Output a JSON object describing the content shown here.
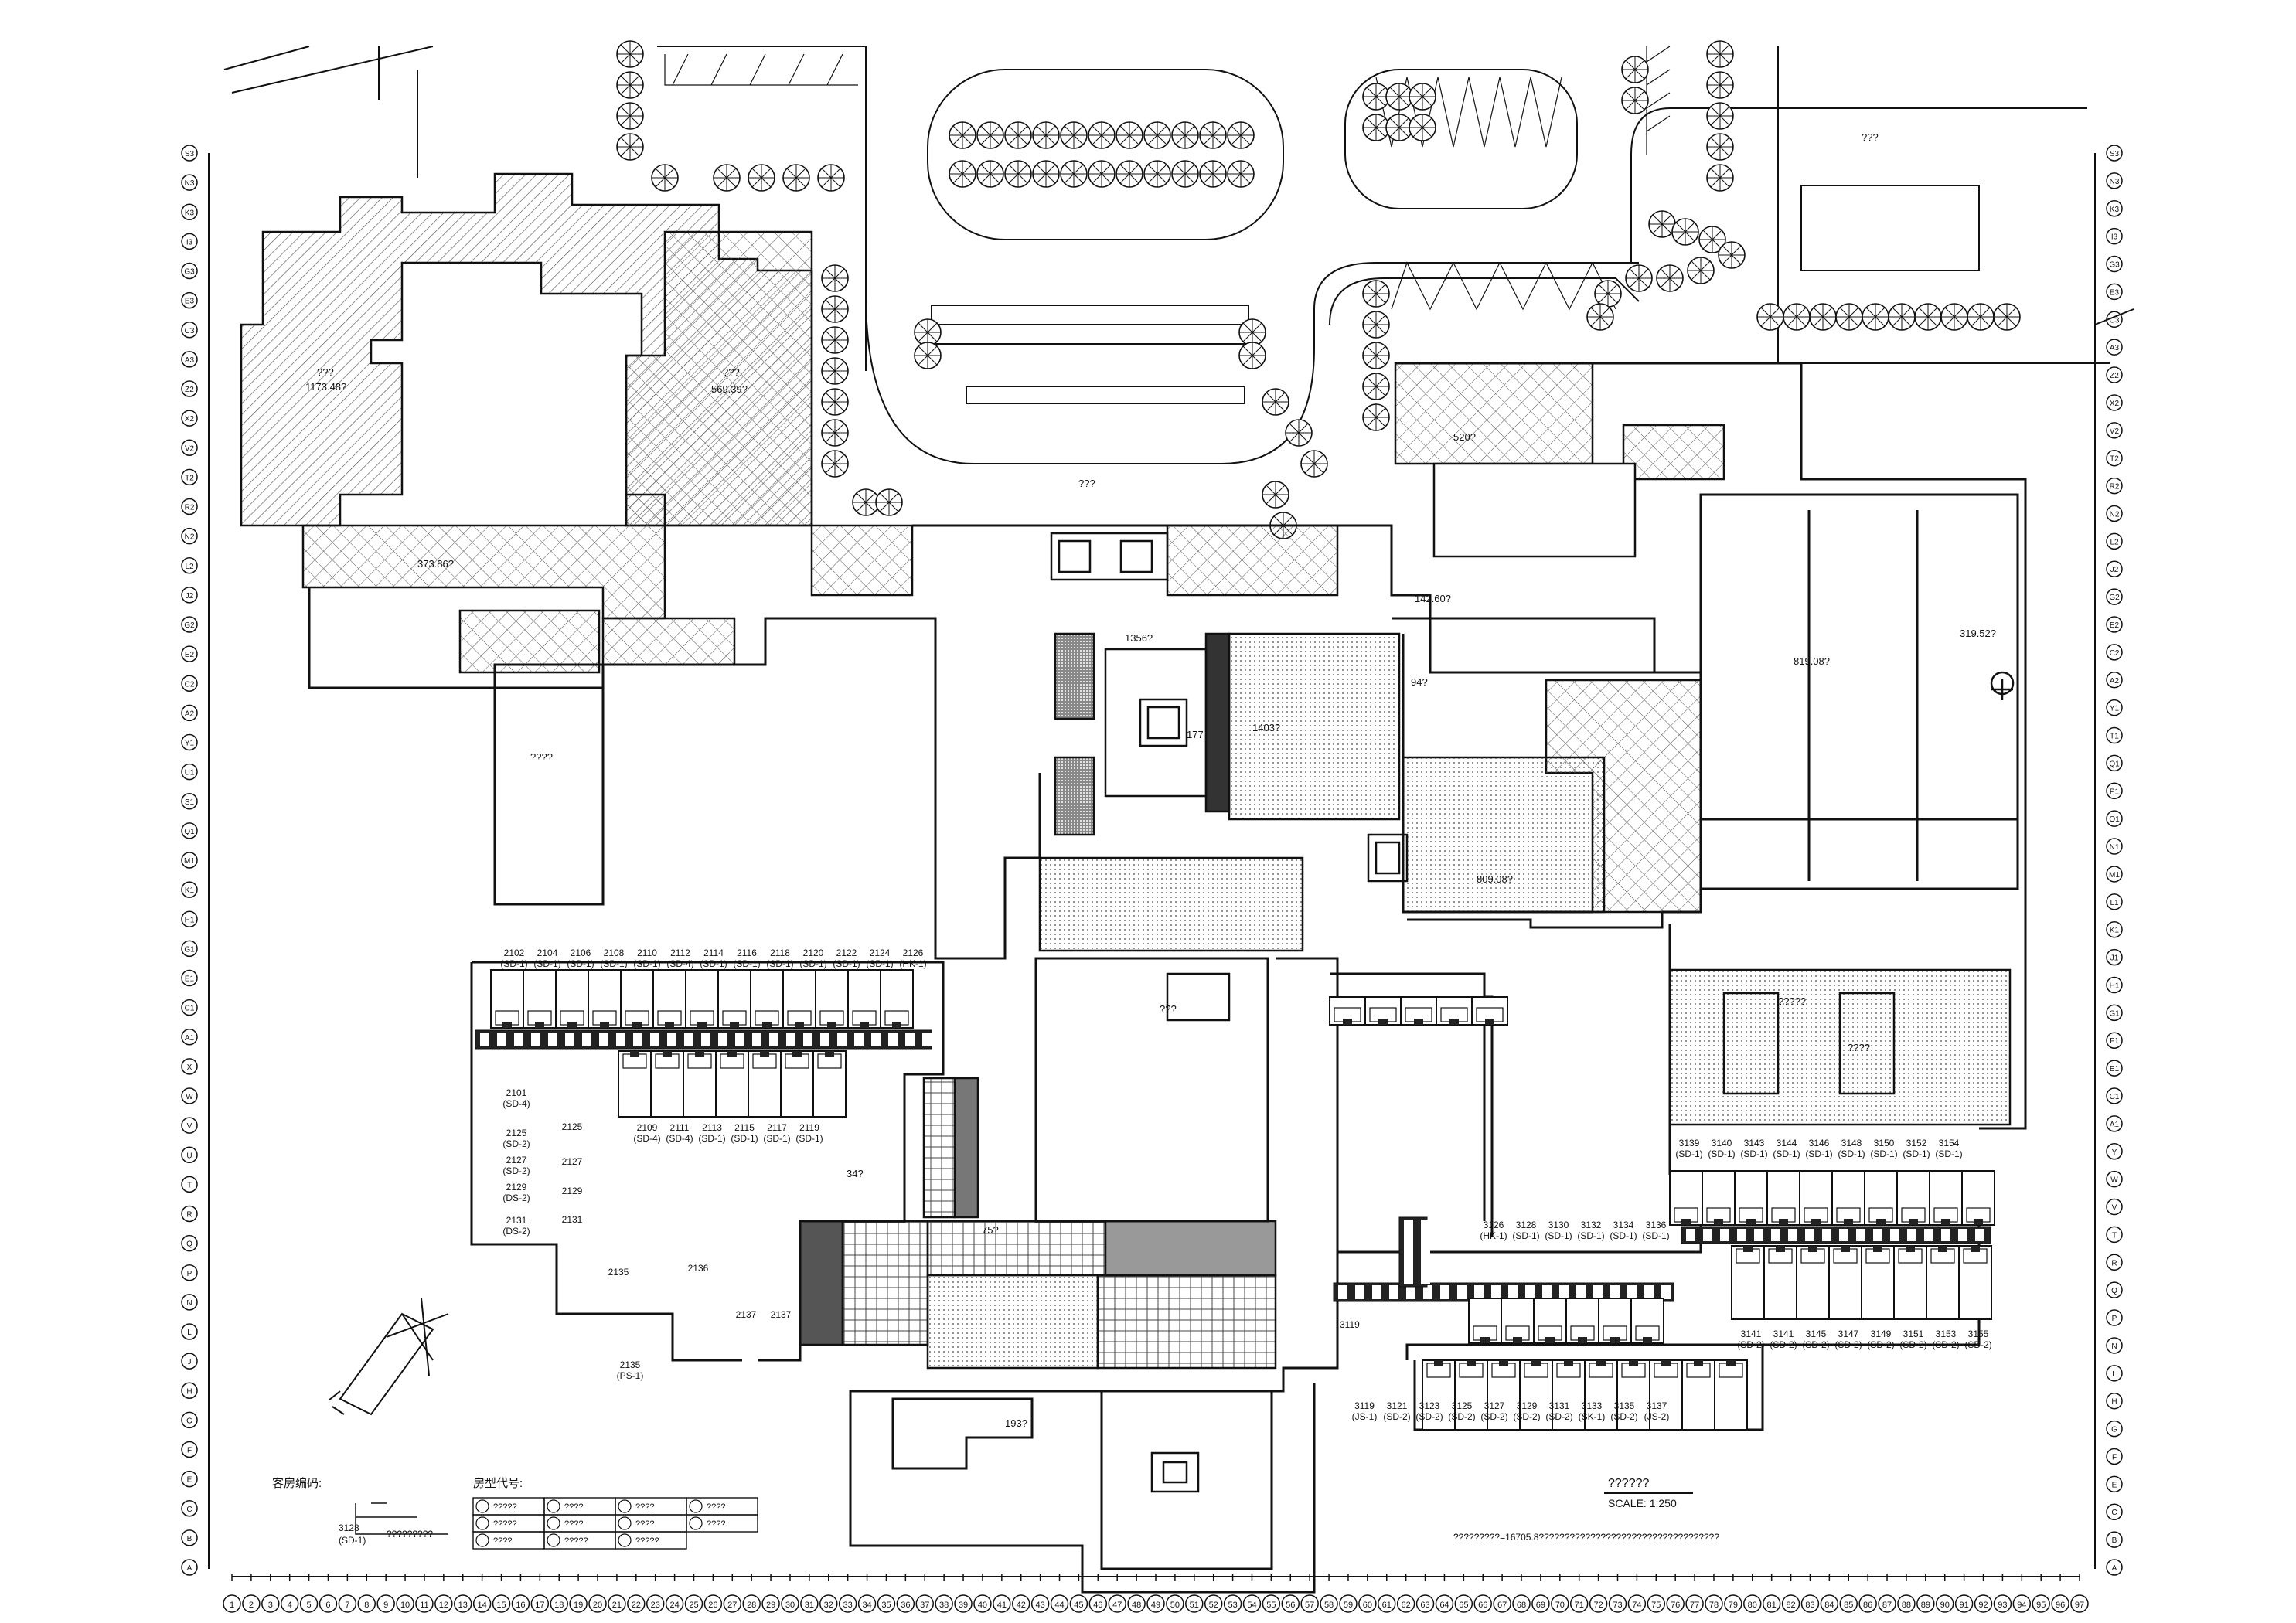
{
  "colors": {
    "ink": "#111111",
    "dark_fill": "#333333",
    "hatch": "#555555"
  },
  "grid": {
    "bottom": [
      "1",
      "2",
      "3",
      "4",
      "5",
      "6",
      "7",
      "8",
      "9",
      "10",
      "11",
      "12",
      "13",
      "14",
      "15",
      "16",
      "17",
      "18",
      "19",
      "20",
      "21",
      "22",
      "23",
      "24",
      "25",
      "26",
      "27",
      "28",
      "29",
      "30",
      "31",
      "32",
      "33",
      "34",
      "35",
      "36",
      "37",
      "38",
      "39",
      "40",
      "41",
      "42",
      "43",
      "44",
      "45",
      "46",
      "47",
      "48",
      "49",
      "50",
      "51",
      "52",
      "53",
      "54",
      "55",
      "56",
      "57",
      "58",
      "59",
      "60",
      "61",
      "62",
      "63",
      "64",
      "65",
      "66",
      "67",
      "68",
      "69",
      "70",
      "71",
      "72",
      "73",
      "74",
      "75",
      "76",
      "77",
      "78",
      "79",
      "80",
      "81",
      "82",
      "83",
      "84",
      "85",
      "86",
      "87",
      "88",
      "89",
      "90",
      "91",
      "92",
      "93",
      "94",
      "95",
      "96",
      "97"
    ],
    "left": [
      "A",
      "B",
      "C",
      "E",
      "F",
      "G",
      "H",
      "J",
      "L",
      "N",
      "P",
      "Q",
      "R",
      "T",
      "U",
      "V",
      "W",
      "X",
      "A1",
      "C1",
      "E1",
      "G1",
      "H1",
      "K1",
      "M1",
      "Q1",
      "S1",
      "U1",
      "Y1",
      "A2",
      "C2",
      "E2",
      "G2",
      "J2",
      "L2",
      "N2",
      "R2",
      "T2",
      "V2",
      "X2",
      "Z2",
      "A3",
      "C3",
      "E3",
      "G3",
      "I3",
      "K3",
      "N3",
      "S3"
    ],
    "right": [
      "A",
      "B",
      "C",
      "E",
      "F",
      "G",
      "H",
      "L",
      "N",
      "P",
      "Q",
      "R",
      "T",
      "V",
      "W",
      "Y",
      "A1",
      "C1",
      "E1",
      "F1",
      "G1",
      "H1",
      "J1",
      "K1",
      "L1",
      "M1",
      "N1",
      "O1",
      "P1",
      "Q1",
      "T1",
      "Y1",
      "A2",
      "C2",
      "E2",
      "G2",
      "J2",
      "L2",
      "N2",
      "R2",
      "T2",
      "V2",
      "X2",
      "Z2",
      "A3",
      "C3",
      "E3",
      "G3",
      "I3",
      "K3",
      "N3",
      "S3"
    ]
  },
  "areas": {
    "west_hall_name": "???",
    "west_hall_area": "1173.48?",
    "north_court_name": "???",
    "north_court_area": "569.39?",
    "west_corridor_area": "373.86?",
    "lobby_top": "1356?",
    "dining_area": "142.60?",
    "center_hall_area": "1403?",
    "east_top_area": "520?",
    "east_hall_area": "809.08?",
    "great_hall_area": "819.08?",
    "east_wing_area": "319.52?",
    "atrium": "???",
    "north_plaza": "???",
    "top_field": "???",
    "room_label": "????",
    "tennis_1": "?????",
    "tennis_2": "????",
    "garden_area": "193?",
    "small_area_1": "34?",
    "small_area_2": "75?",
    "small_area_3": "94?",
    "core_area": "177"
  },
  "rooms_north": [
    {
      "no": "2102",
      "type": "(SD-1)"
    },
    {
      "no": "2104",
      "type": "(SD-1)"
    },
    {
      "no": "2106",
      "type": "(SD-1)"
    },
    {
      "no": "2108",
      "type": "(SD-1)"
    },
    {
      "no": "2110",
      "type": "(SD-1)"
    },
    {
      "no": "2112",
      "type": "(SD-4)"
    },
    {
      "no": "2114",
      "type": "(SD-1)"
    },
    {
      "no": "2116",
      "type": "(SD-1)"
    },
    {
      "no": "2118",
      "type": "(SD-1)"
    },
    {
      "no": "2120",
      "type": "(SD-1)"
    },
    {
      "no": "2122",
      "type": "(SD-1)"
    },
    {
      "no": "2124",
      "type": "(SD-1)"
    },
    {
      "no": "2126",
      "type": "(HK-1)"
    }
  ],
  "rooms_south": [
    {
      "no": "2109",
      "type": "(SD-4)"
    },
    {
      "no": "2111",
      "type": "(SD-4)"
    },
    {
      "no": "2113",
      "type": "(SD-1)"
    },
    {
      "no": "2115",
      "type": "(SD-1)"
    },
    {
      "no": "2117",
      "type": "(SD-1)"
    },
    {
      "no": "2119",
      "type": "(SD-1)"
    }
  ],
  "rooms_left": [
    {
      "no": "2101",
      "type": "(SD-4)"
    },
    {
      "no": "2125",
      "type": "(SD-2)"
    },
    {
      "no": "2127",
      "type": "(SD-2)"
    },
    {
      "no": "2129",
      "type": "(DS-2)"
    },
    {
      "no": "2131",
      "type": "(DS-2)"
    },
    {
      "no": "2135",
      "type": "(PS-1)"
    }
  ],
  "rooms_inner_left": [
    "2125",
    "2127",
    "2129",
    "2131",
    "2135",
    "2136",
    "2137",
    "2137"
  ],
  "rooms_e_top": [
    {
      "no": "3139",
      "type": "(SD-1)"
    },
    {
      "no": "3140",
      "type": "(SD-1)"
    },
    {
      "no": "3143",
      "type": "(SD-1)"
    },
    {
      "no": "3144",
      "type": "(SD-1)"
    },
    {
      "no": "3146",
      "type": "(SD-1)"
    },
    {
      "no": "3148",
      "type": "(SD-1)"
    },
    {
      "no": "3150",
      "type": "(SD-1)"
    },
    {
      "no": "3152",
      "type": "(SD-1)"
    },
    {
      "no": "3154",
      "type": "(SD-1)"
    }
  ],
  "rooms_e_mid": [
    {
      "no": "3126",
      "type": "(HK-1)"
    },
    {
      "no": "3128",
      "type": "(SD-1)"
    },
    {
      "no": "3130",
      "type": "(SD-1)"
    },
    {
      "no": "3132",
      "type": "(SD-1)"
    },
    {
      "no": "3134",
      "type": "(SD-1)"
    },
    {
      "no": "3136",
      "type": "(SD-1)"
    }
  ],
  "rooms_e_bottom": [
    {
      "no": "3141",
      "type": "(SD-2)"
    },
    {
      "no": "3141",
      "type": "(SD-2)"
    },
    {
      "no": "3145",
      "type": "(SD-2)"
    },
    {
      "no": "3147",
      "type": "(SD-2)"
    },
    {
      "no": "3149",
      "type": "(SD-2)"
    },
    {
      "no": "3151",
      "type": "(SD-2)"
    },
    {
      "no": "3153",
      "type": "(SD-2)"
    },
    {
      "no": "3155",
      "type": "(SD-2)"
    }
  ],
  "rooms_s_bottom": [
    {
      "no": "3119",
      "type": "(JS-1)"
    },
    {
      "no": "3121",
      "type": "(SD-2)"
    },
    {
      "no": "3123",
      "type": "(SD-2)"
    },
    {
      "no": "3125",
      "type": "(SD-2)"
    },
    {
      "no": "3127",
      "type": "(SD-2)"
    },
    {
      "no": "3129",
      "type": "(SD-2)"
    },
    {
      "no": "3131",
      "type": "(SD-2)"
    },
    {
      "no": "3133",
      "type": "(SK-1)"
    },
    {
      "no": "3135",
      "type": "(SD-2)"
    },
    {
      "no": "3137",
      "type": "(JS-2)"
    }
  ],
  "room_3119": "3119",
  "legend": {
    "title_left": "客房编码:",
    "example_no": "3128",
    "example_type": "(SD-1)",
    "example_note": "?????????",
    "title_right": "房型代号:",
    "items": [
      "?????",
      "?????",
      "????",
      "????",
      "????",
      "?????",
      "????",
      "????",
      "?????",
      "????",
      "????"
    ]
  },
  "footer": {
    "drawing_title": "??????",
    "scale": "SCALE: 1:250",
    "area_note": "?????????=16705.8???????????????????????????????????"
  }
}
